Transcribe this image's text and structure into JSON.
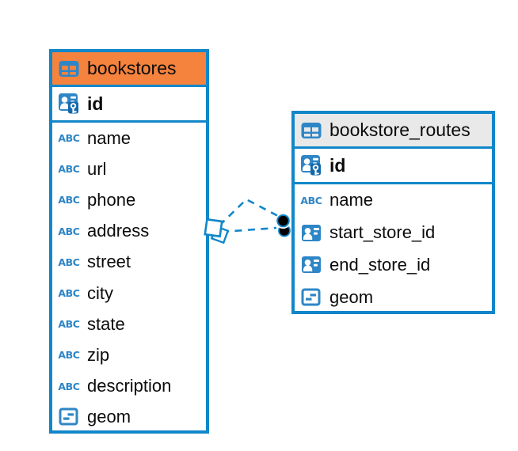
{
  "diagram": {
    "background": "#ffffff",
    "accent_blue": "#1187c9",
    "icon_blue": "#2e86c6",
    "icon_blue_dark": "#1268ab",
    "text_color": "#0b0b0b"
  },
  "icons": {
    "table_icon": "table-grid",
    "primary_key_icon": "person-id-with-key",
    "foreign_key_icon": "person-id-card",
    "text_type_icon_label": "ABC",
    "geometry_type_icon": "geometry-segment"
  },
  "tables": [
    {
      "name": "bookstores",
      "header_bg": "#f5823d",
      "primary_key": {
        "label": "id"
      },
      "columns": [
        {
          "label": "name",
          "type": "text"
        },
        {
          "label": "url",
          "type": "text"
        },
        {
          "label": "phone",
          "type": "text"
        },
        {
          "label": "address",
          "type": "text"
        },
        {
          "label": "street",
          "type": "text"
        },
        {
          "label": "city",
          "type": "text"
        },
        {
          "label": "state",
          "type": "text"
        },
        {
          "label": "zip",
          "type": "text"
        },
        {
          "label": "description",
          "type": "text"
        },
        {
          "label": "geom",
          "type": "geometry"
        }
      ]
    },
    {
      "name": "bookstore_routes",
      "header_bg": "#e9e9e9",
      "primary_key": {
        "label": "id"
      },
      "columns": [
        {
          "label": "name",
          "type": "text"
        },
        {
          "label": "start_store_id",
          "type": "foreign_key"
        },
        {
          "label": "end_store_id",
          "type": "foreign_key"
        },
        {
          "label": "geom",
          "type": "geometry"
        }
      ]
    }
  ],
  "relationships": {
    "count": 2,
    "line_style": "dashed",
    "line_color": "#1187c9",
    "from_table": "bookstores",
    "to_table": "bookstore_routes",
    "source_marker": "stacked-white-squares",
    "target_marker": "stacked-black-dots"
  }
}
